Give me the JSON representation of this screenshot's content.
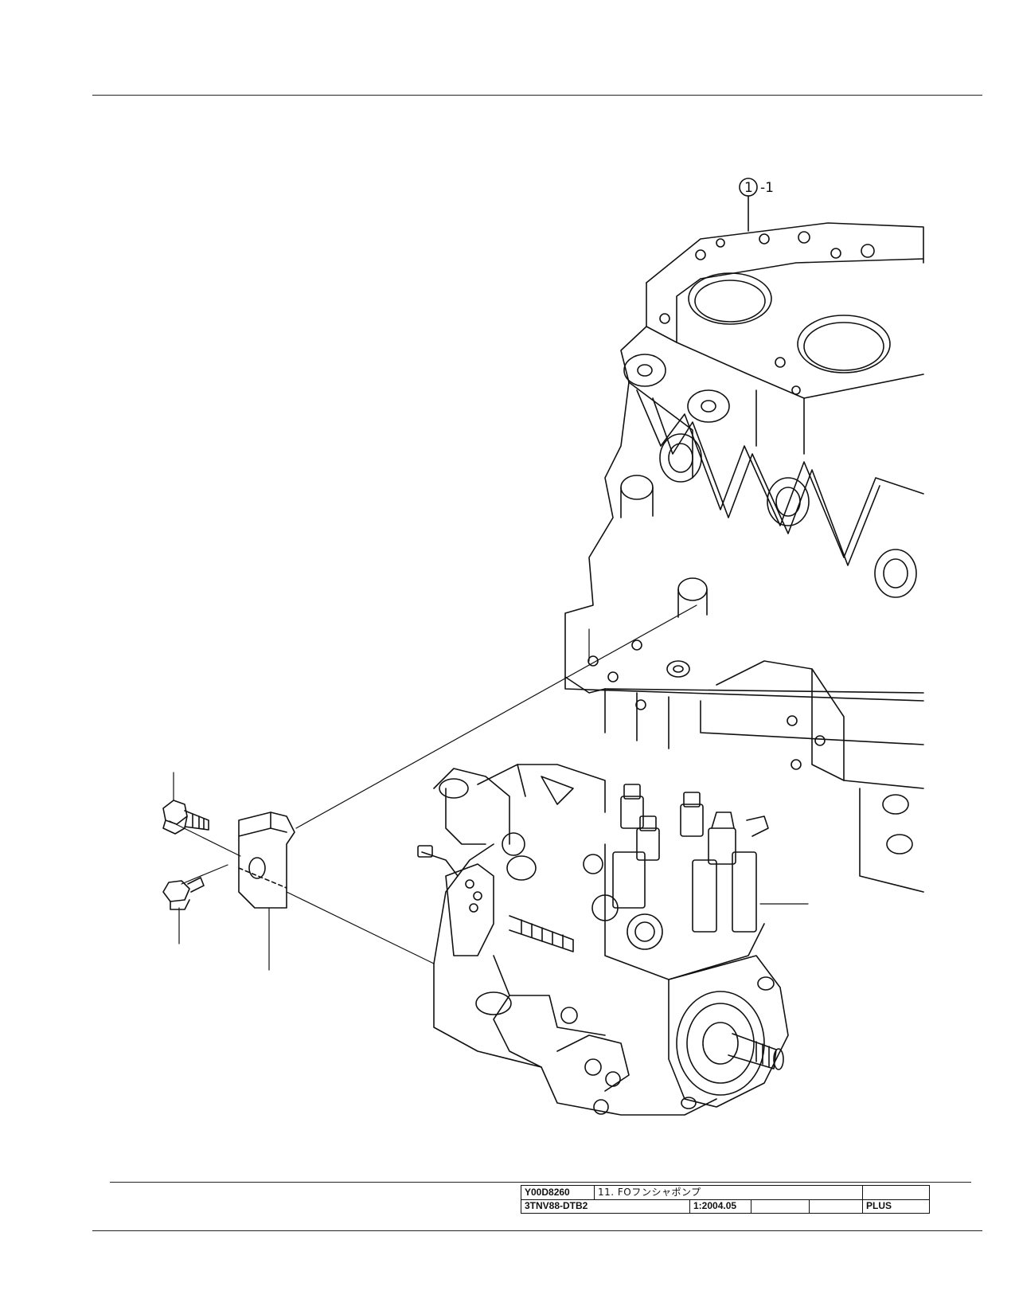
{
  "callout": {
    "number": "1",
    "suffix": "-1"
  },
  "title_block": {
    "drawing_no": "Y00D8260",
    "title": "11. FOフンシャポンプ",
    "model": "3TNV88-DTB2",
    "scale_date": "1:2004.05",
    "blank1": "",
    "blank2": "",
    "plus": "PLUS"
  }
}
